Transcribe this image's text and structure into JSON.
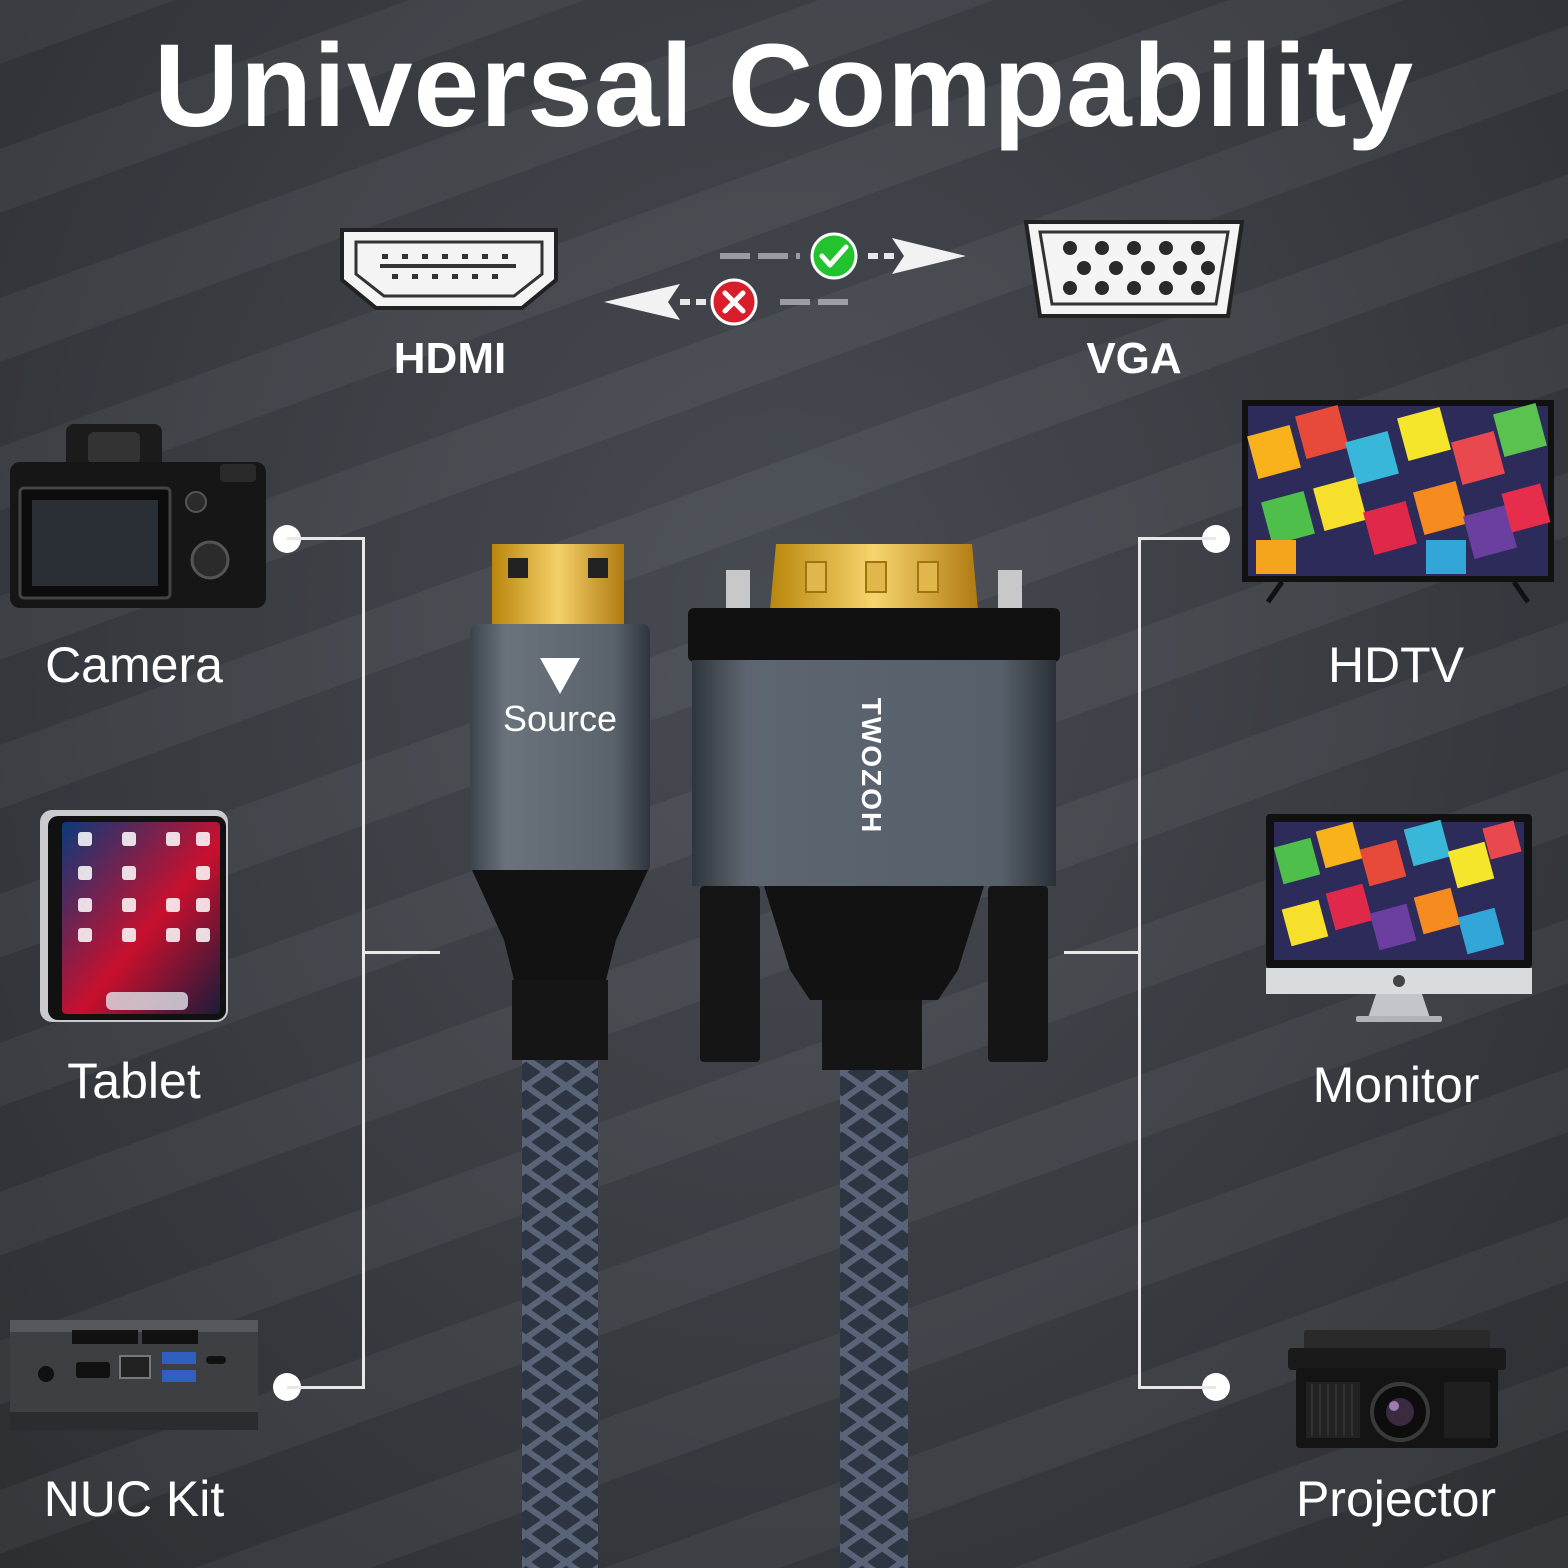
{
  "title": "Universal Compability",
  "ports": {
    "hdmi": "HDMI",
    "vga": "VGA"
  },
  "direction": {
    "forward_icon": "check-icon",
    "reverse_icon": "cross-icon",
    "forward_color": "#22c32e",
    "reverse_color": "#d81e2a"
  },
  "devices_left": [
    {
      "label": "Camera",
      "icon": "camera-icon"
    },
    {
      "label": "Tablet",
      "icon": "tablet-icon"
    },
    {
      "label": "NUC Kit",
      "icon": "nuc-kit-icon"
    }
  ],
  "devices_right": [
    {
      "label": "HDTV",
      "icon": "hdtv-icon"
    },
    {
      "label": "Monitor",
      "icon": "monitor-icon"
    },
    {
      "label": "Projector",
      "icon": "projector-icon"
    }
  ],
  "cable": {
    "source_label": "Source",
    "brand": "TWOZOH"
  }
}
